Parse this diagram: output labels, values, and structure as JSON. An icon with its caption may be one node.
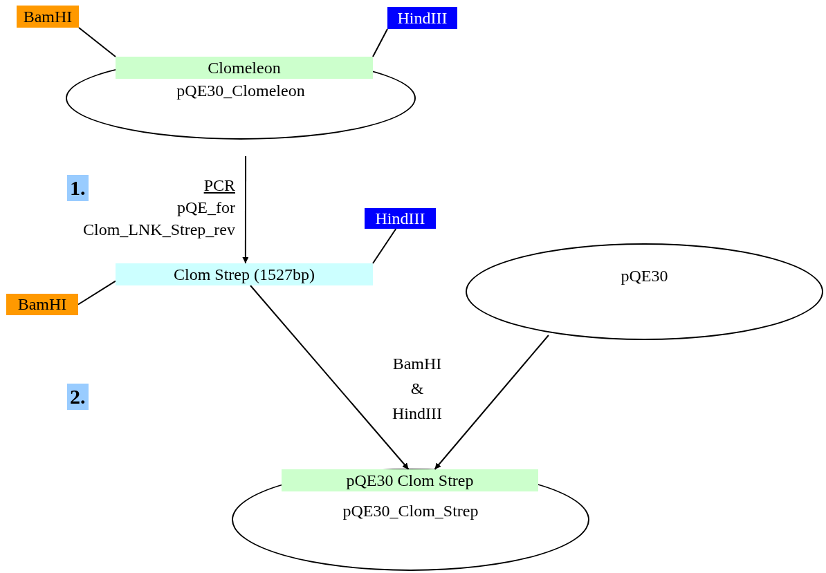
{
  "diagram": {
    "nodes": [
      {
        "text": [
          "BamHI"
        ]
      },
      {
        "text": [
          "HindIII"
        ]
      },
      {
        "text": [
          "Clomeleon"
        ],
        "in": 3
      },
      {
        "text": [
          "pQE30_Clomeleon"
        ]
      },
      {
        "text": [
          "HindIII"
        ]
      },
      {
        "text": [
          "Clom Strep (1527bp)"
        ]
      },
      {
        "text": [
          "BamHI"
        ]
      },
      {
        "text": [
          "pQE30"
        ]
      },
      {
        "text": [
          "pQE30 Clom Strep"
        ],
        "in": 9
      },
      {
        "text": [
          "pQE30_Clom_Strep"
        ]
      }
    ],
    "edges": [
      {
        "from": 0,
        "to": 2,
        "arrow": "none"
      },
      {
        "from": 1,
        "to": 2,
        "arrow": "none"
      },
      {
        "from": 3,
        "to": 5,
        "arrow": "to",
        "label": "PCR pQE_for Clom_LNK_Strep_rev"
      },
      {
        "from": 4,
        "to": 5,
        "arrow": "none"
      },
      {
        "from": 6,
        "to": 5,
        "arrow": "none"
      },
      {
        "from": 5,
        "to": 8,
        "arrow": "to"
      },
      {
        "from": 7,
        "to": 8,
        "arrow": "to"
      }
    ],
    "labels": [
      "1.",
      "2.",
      "BamHI & HindIII"
    ]
  }
}
